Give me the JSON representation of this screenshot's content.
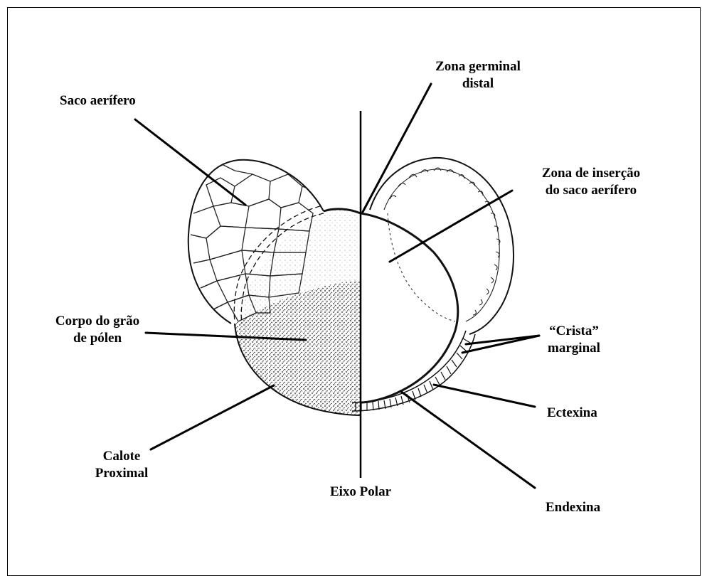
{
  "labels": {
    "saco_aerifero": "Saco aerífero",
    "zona_germinal_distal": "Zona germinal\ndistal",
    "zona_insercao": "Zona de inserção\ndo saco aerífero",
    "corpo_grao": "Corpo do grão\nde pólen",
    "crista_marginal": "“Crista”\nmarginal",
    "ectexina": "Ectexina",
    "calote_proximal": "Calote\nProximal",
    "eixo_polar": "Eixo Polar",
    "endexina": "Endexina"
  }
}
